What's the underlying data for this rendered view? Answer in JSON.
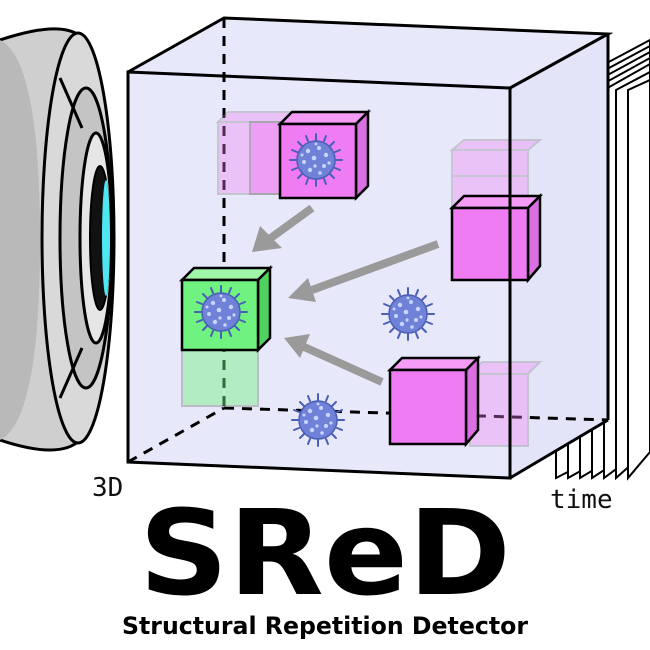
{
  "logo": {
    "title": "SReD",
    "subtitle": "Structural Repetition Detector",
    "prefix": "3D"
  },
  "labels": {
    "time": "time"
  },
  "colors": {
    "volume_fill": "#e8e8fb",
    "cube_magenta": "#f07cf3",
    "cube_magenta_faded": "#f5d3f6",
    "cube_green": "#6ff27f",
    "cube_green_faded": "#c9f2cc",
    "virus_body": "#6f82d8",
    "virus_dots": "#c9d4ff",
    "arrow": "#9a9a9a",
    "lens_body": "#c8c8c8",
    "lens_glass": "#4ee6f0"
  },
  "icons": {
    "camera": "microscope-camera-icon",
    "virus": "virus-particle-icon",
    "frames": "time-frames-stack-icon"
  }
}
